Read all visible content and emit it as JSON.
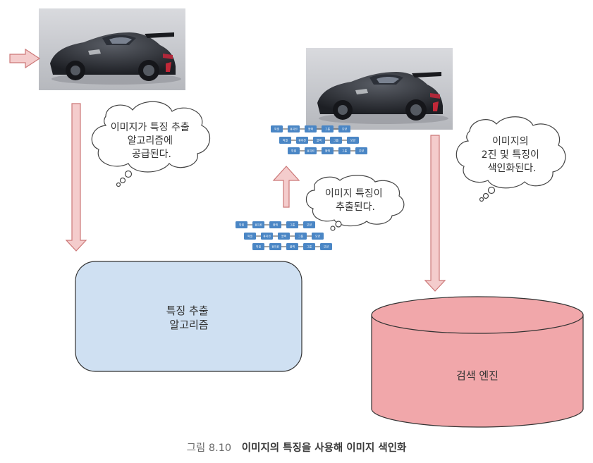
{
  "bubbles": {
    "supply": [
      "이미지가 특징 추출",
      "알고리즘에",
      "공급된다."
    ],
    "extract": [
      "이미지 특징이",
      "추출된다."
    ],
    "index": [
      "이미지의",
      "2진 및 특징이",
      "색인화된다."
    ]
  },
  "boxes": {
    "algorithm": [
      "특징 추출",
      "알고리즘"
    ],
    "engine": "검색 엔진"
  },
  "features": [
    "픽셀",
    "휴지션",
    "블랙",
    "그룹",
    "모양"
  ],
  "caption": {
    "number": "그림 8.10",
    "title": "이미지의 특징을 사용해 이미지 색인화"
  },
  "colors": {
    "arrow_fill": "#f4cccc",
    "arrow_stroke": "#cc7777",
    "algo_fill": "#cfe0f2",
    "engine_fill": "#f1a7aa",
    "chip": "#4a86c5"
  }
}
